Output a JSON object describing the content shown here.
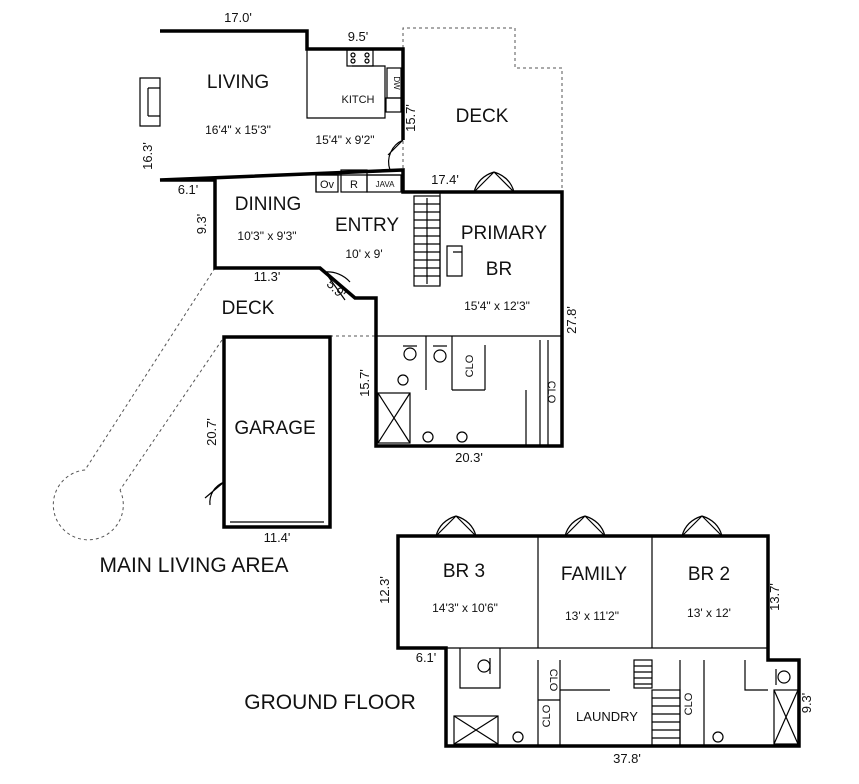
{
  "main_level": {
    "title": "MAIN LIVING AREA",
    "rooms": {
      "living": {
        "name": "LIVING",
        "size": "16'4\" x 15'3\""
      },
      "kitchen": {
        "name": "KITCH",
        "size": "15'4\" x 9'2\""
      },
      "dining": {
        "name": "DINING",
        "size": "10'3\" x 9'3\""
      },
      "entry": {
        "name": "ENTRY",
        "size": "10' x 9'"
      },
      "primary_br": {
        "name_line1": "PRIMARY",
        "name_line2": "BR",
        "size": "15'4\" x 12'3\""
      },
      "deck_upper": {
        "name": "DECK"
      },
      "deck_lower": {
        "name": "DECK"
      },
      "garage": {
        "name": "GARAGE"
      }
    },
    "fixtures": {
      "dishwasher": "DW",
      "oven": "Ov",
      "refrigerator": "R",
      "java": "JAVA",
      "closet_bath": "CLO",
      "closet_primary": "CLO"
    },
    "measurements": {
      "living_top": "17.0'",
      "kitchen_top": "9.5'",
      "living_left": "16.3'",
      "dining_step": "6.1'",
      "dining_left": "9.3'",
      "kitchen_right": "15.7'",
      "deck_front": "17.4'",
      "dining_bottom": "11.3'",
      "entry_angle": "5.9'",
      "primary_right": "27.8'",
      "bath_left": "15.7'",
      "primary_bottom": "20.3'",
      "garage_left": "20.7'",
      "garage_bottom": "11.4'"
    }
  },
  "ground_level": {
    "title": "GROUND FLOOR",
    "rooms": {
      "br3": {
        "name": "BR 3",
        "size": "14'3\" x 10'6\""
      },
      "family": {
        "name": "FAMILY",
        "size": "13' x 11'2\""
      },
      "br2": {
        "name": "BR 2",
        "size": "13' x 12'"
      },
      "laundry": {
        "name": "LAUNDRY"
      }
    },
    "fixtures": {
      "closet_a": "CLO",
      "closet_b": "CLO",
      "closet_c": "CLO"
    },
    "measurements": {
      "br3_left": "12.3'",
      "step_left": "6.1'",
      "br2_right": "13.7'",
      "bath_right": "9.3'",
      "bottom": "37.8'"
    }
  }
}
